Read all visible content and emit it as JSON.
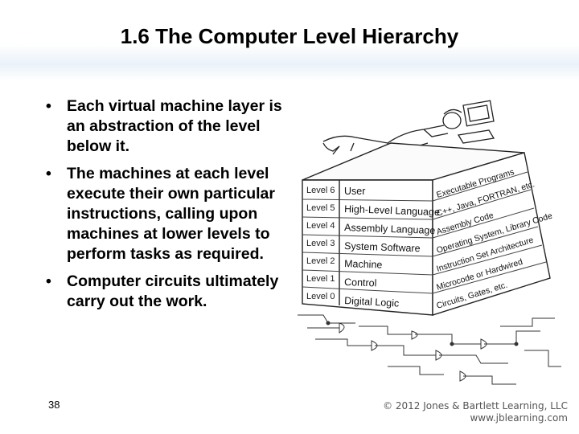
{
  "slide": {
    "title": "1.6 The Computer Level Hierarchy",
    "bullets": [
      "Each virtual machine layer is an abstraction of the level below it.",
      "The machines at each level execute their own particular instructions, calling upon machines at lower levels to perform tasks as required.",
      "Computer circuits ultimately carry out the work."
    ],
    "page_number": "38",
    "footer": {
      "copyright": "© 2012 Jones & Bartlett Learning, LLC",
      "url": "www.jblearning.com"
    }
  },
  "figure": {
    "levels": [
      {
        "level": "Level 6",
        "name": "User",
        "side": "Executable Programs"
      },
      {
        "level": "Level 5",
        "name": "High-Level Language",
        "side": "C++, Java, FORTRAN, etc."
      },
      {
        "level": "Level 4",
        "name": "Assembly Language",
        "side": "Assembly Code"
      },
      {
        "level": "Level 3",
        "name": "System Software",
        "side": "Operating System, Library Code"
      },
      {
        "level": "Level 2",
        "name": "Machine",
        "side": "Instruction Set Architecture"
      },
      {
        "level": "Level 1",
        "name": "Control",
        "side": "Microcode or Hardwired"
      },
      {
        "level": "Level 0",
        "name": "Digital Logic",
        "side": "Circuits, Gates, etc."
      }
    ]
  },
  "colors": {
    "background": "#ffffff",
    "text": "#000000",
    "title_band": "#eaf2fa"
  }
}
